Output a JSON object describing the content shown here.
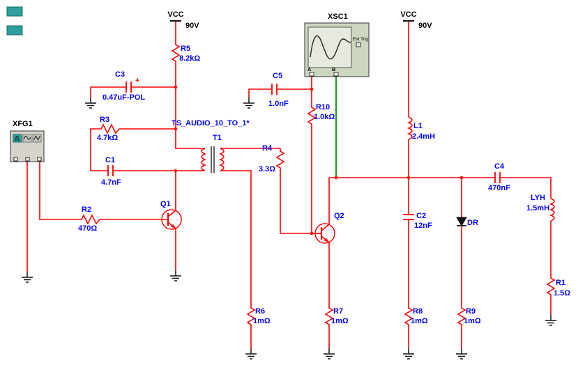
{
  "colors": {
    "wire": "#ff0000",
    "probe_b_wire": "#009000",
    "component_label": "#0000ff",
    "power_label": "#000000",
    "instrument_body": "#ccd6c0",
    "marker_teal": "#2f9e9e"
  },
  "power": {
    "vcc_left": {
      "name": "VCC",
      "value": "90V"
    },
    "vcc_right": {
      "name": "VCC",
      "value": "90V"
    }
  },
  "instruments": {
    "xfg": {
      "label": "XFG1"
    },
    "xsc": {
      "label": "XSC1",
      "ext_trig": "Ext Trig",
      "ch_a": "A",
      "ch_b": "B"
    }
  },
  "components": {
    "r5": {
      "ref": "R5",
      "value": "8.2kΩ"
    },
    "c3": {
      "ref": "C3",
      "value": "0.47uF-POL",
      "polarity": "+"
    },
    "r3": {
      "ref": "R3",
      "value": "4.7kΩ"
    },
    "c1": {
      "ref": "C1",
      "value": "4.7nF"
    },
    "r2": {
      "ref": "R2",
      "value": "470Ω"
    },
    "q1": {
      "ref": "Q1"
    },
    "t1": {
      "ref": "T1",
      "type": "TS_AUDIO_10_TO_1*"
    },
    "c5": {
      "ref": "C5",
      "value": "1.0nF"
    },
    "r10": {
      "ref": "R10",
      "value": "1.0kΩ"
    },
    "r4": {
      "ref": "R4",
      "value": "3.3Ω"
    },
    "q2": {
      "ref": "Q2"
    },
    "l1": {
      "ref": "L1",
      "value": "2.4mH"
    },
    "c2": {
      "ref": "C2",
      "value": "12nF"
    },
    "dr": {
      "ref": "DR"
    },
    "c4": {
      "ref": "C4",
      "value": "470nF"
    },
    "lyh": {
      "ref": "LYH",
      "value": "1.5mH"
    },
    "r1": {
      "ref": "R1",
      "value": "1.5Ω"
    },
    "r6": {
      "ref": "R6",
      "value": "1mΩ"
    },
    "r7": {
      "ref": "R7",
      "value": "1mΩ"
    },
    "r8": {
      "ref": "R8",
      "value": "1mΩ"
    },
    "r9": {
      "ref": "R9",
      "value": "1mΩ"
    }
  }
}
